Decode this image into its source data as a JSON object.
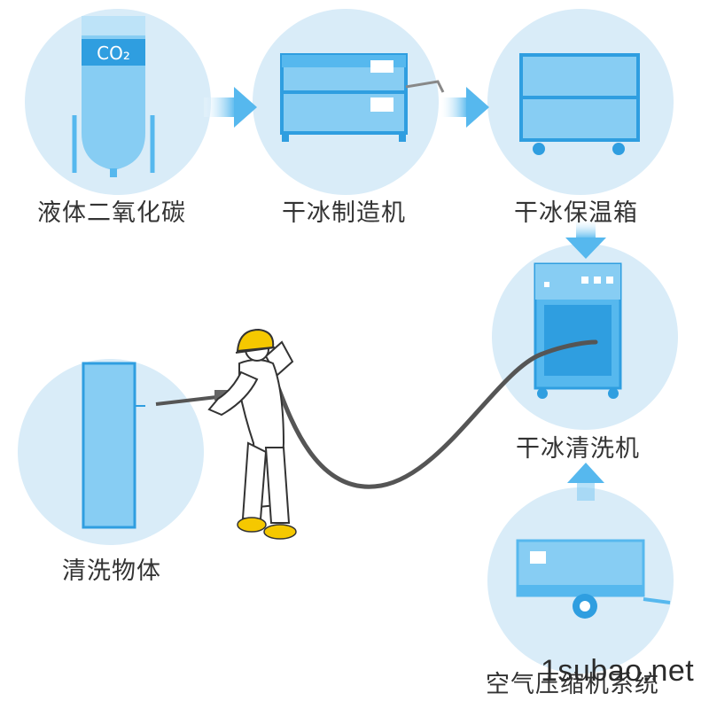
{
  "colors": {
    "circle": "#d9ecf8",
    "blue": "#56b8ee",
    "blue_light": "#87cdf3",
    "blue_dark": "#2f9ee0",
    "arrow": "#6cc6f5",
    "hose": "#555555",
    "helmet": "#f5c800"
  },
  "steps": {
    "liquid_co2": {
      "label": "液体二氧化碳",
      "badge": "CO₂",
      "icon": "co2-tank-icon"
    },
    "ice_maker": {
      "label": "干冰制造机",
      "icon": "dry-ice-maker-icon"
    },
    "storage_box": {
      "label": "干冰保温箱",
      "icon": "insulated-box-icon"
    },
    "blaster": {
      "label": "干冰清洗机",
      "icon": "blasting-machine-icon"
    },
    "compressor": {
      "label": "空气压缩机系统",
      "icon": "air-compressor-icon"
    },
    "target": {
      "label": "清洗物体",
      "icon": "cleaning-target-icon"
    }
  },
  "worker": {
    "icon": "worker-with-blaster-icon"
  },
  "watermark": "1subao.net"
}
